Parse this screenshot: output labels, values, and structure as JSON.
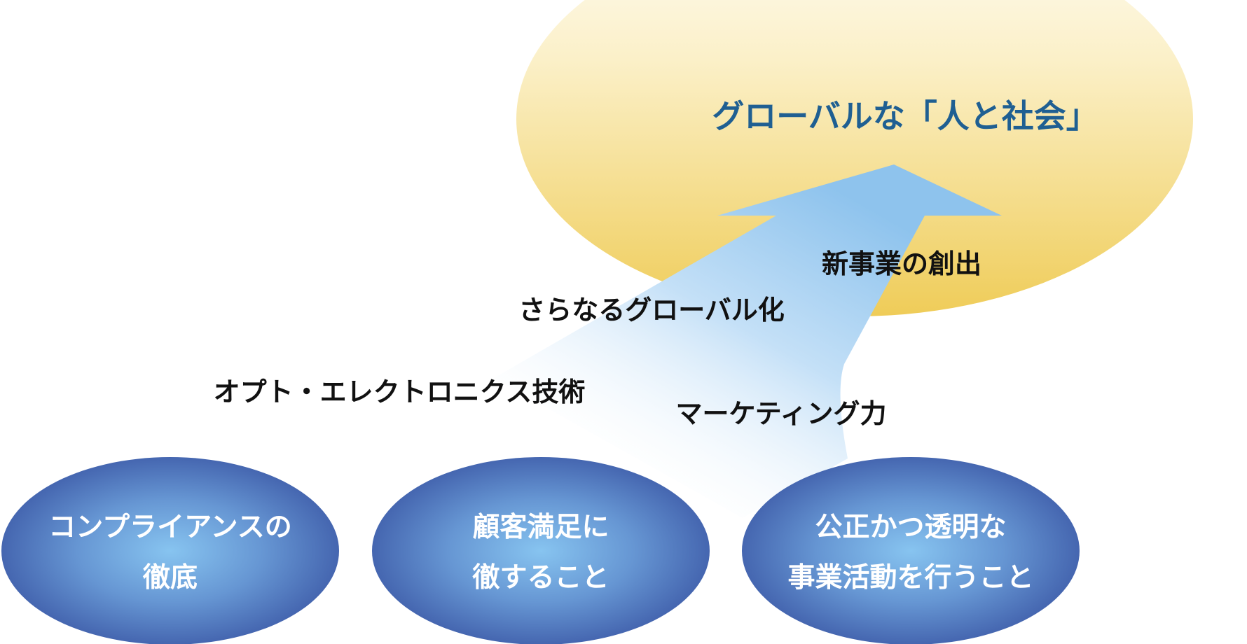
{
  "goal": {
    "label": "グローバルな「人と社会」"
  },
  "factors": {
    "new_business": "新事業の創出",
    "globalization": "さらなるグローバル化",
    "opto_tech": "オプト・エレクトロニクス技術",
    "marketing": "マーケティング力"
  },
  "foundations": [
    {
      "line1": "コンプライアンスの",
      "line2": "徹底"
    },
    {
      "line1": "顧客満足に",
      "line2": "徹すること"
    },
    {
      "line1": "公正かつ透明な",
      "line2": "事業活動を行うこと"
    }
  ],
  "colors": {
    "goal_text": "#1f5f92",
    "goal_fill_top": "#fdfaf0",
    "goal_fill_bottom": "#f0ce5c",
    "arrow_top": "#92c6ee",
    "foundation_center": "#87c3ef",
    "foundation_edge": "#4a6db3"
  }
}
